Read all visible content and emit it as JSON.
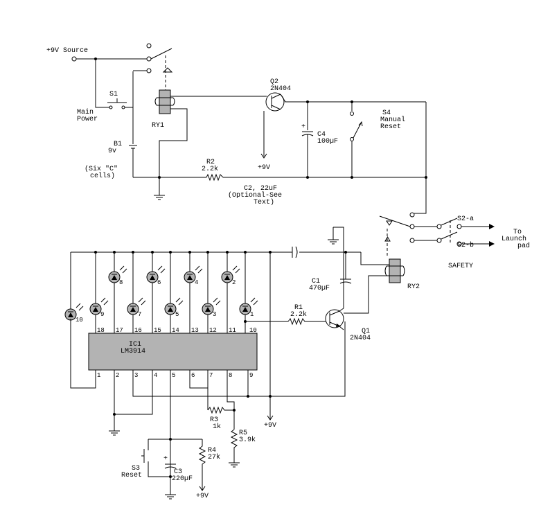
{
  "source_label": "+9V Source",
  "s1": {
    "ref": "S1",
    "name_line1": "Main",
    "name_line2": "Power"
  },
  "b1": {
    "ref": "B1",
    "value": "9v",
    "note_line1": "(Six \"C\"",
    "note_line2": "cells)"
  },
  "ry1": {
    "ref": "RY1"
  },
  "q2": {
    "ref": "Q2",
    "part": "2N404"
  },
  "s4": {
    "ref": "S4",
    "name_line1": "Manual",
    "name_line2": "Reset"
  },
  "c4": {
    "ref": "C4",
    "value": "100µF"
  },
  "q2_supply": "+9V",
  "r2": {
    "ref": "R2",
    "value": "2.2k"
  },
  "c2": {
    "line1": "C2, 22uF",
    "line2": "(Optional-See",
    "line3": "Text)"
  },
  "s2": {
    "a": "S2-a",
    "b": "S2-b",
    "name": "SAFETY"
  },
  "output_label": {
    "line1": "To",
    "line2": "Launch",
    "line3": "pad"
  },
  "ry2": {
    "ref": "RY2"
  },
  "c1": {
    "ref": "C1",
    "value": "470µF"
  },
  "r1": {
    "ref": "R1",
    "value": "2.2k"
  },
  "q1": {
    "ref": "Q1",
    "part": "2N404"
  },
  "ic1": {
    "ref": "IC1",
    "part": "LM3914",
    "top_pins": [
      "18",
      "17",
      "16",
      "15",
      "14",
      "13",
      "12",
      "11",
      "10"
    ],
    "bottom_pins": [
      "1",
      "2",
      "3",
      "4",
      "5",
      "6",
      "7",
      "8",
      "9"
    ]
  },
  "led_numbers": [
    "10",
    "9",
    "8",
    "7",
    "6",
    "5",
    "4",
    "3",
    "2",
    "1"
  ],
  "r3": {
    "ref": "R3",
    "value": "1k"
  },
  "r5": {
    "ref": "R5",
    "value": "3.9k"
  },
  "r4": {
    "ref": "R4",
    "value": "27k"
  },
  "s3": {
    "ref": "S3",
    "name": "Reset"
  },
  "c3": {
    "ref": "C3",
    "value": "220µF"
  },
  "supply_ic": "+9V",
  "supply_r4": "+9V"
}
